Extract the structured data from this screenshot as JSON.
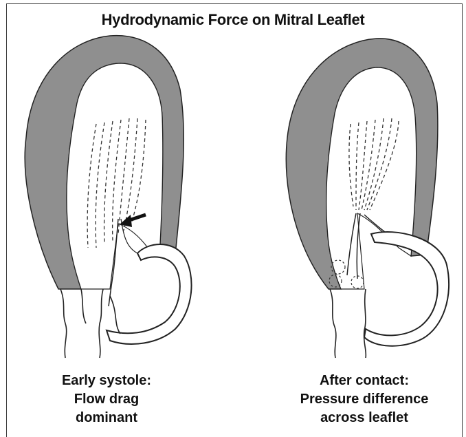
{
  "title": "Hydrodynamic Force on Mitral Leaflet",
  "panels": [
    {
      "caption_lines": [
        "Early systole:",
        "Flow drag",
        "dominant"
      ]
    },
    {
      "caption_lines": [
        "After contact:",
        "Pressure difference",
        "across leaflet"
      ]
    }
  ],
  "colors": {
    "wall": "#8f8f8f",
    "outline": "#222222",
    "background": "#ffffff"
  }
}
